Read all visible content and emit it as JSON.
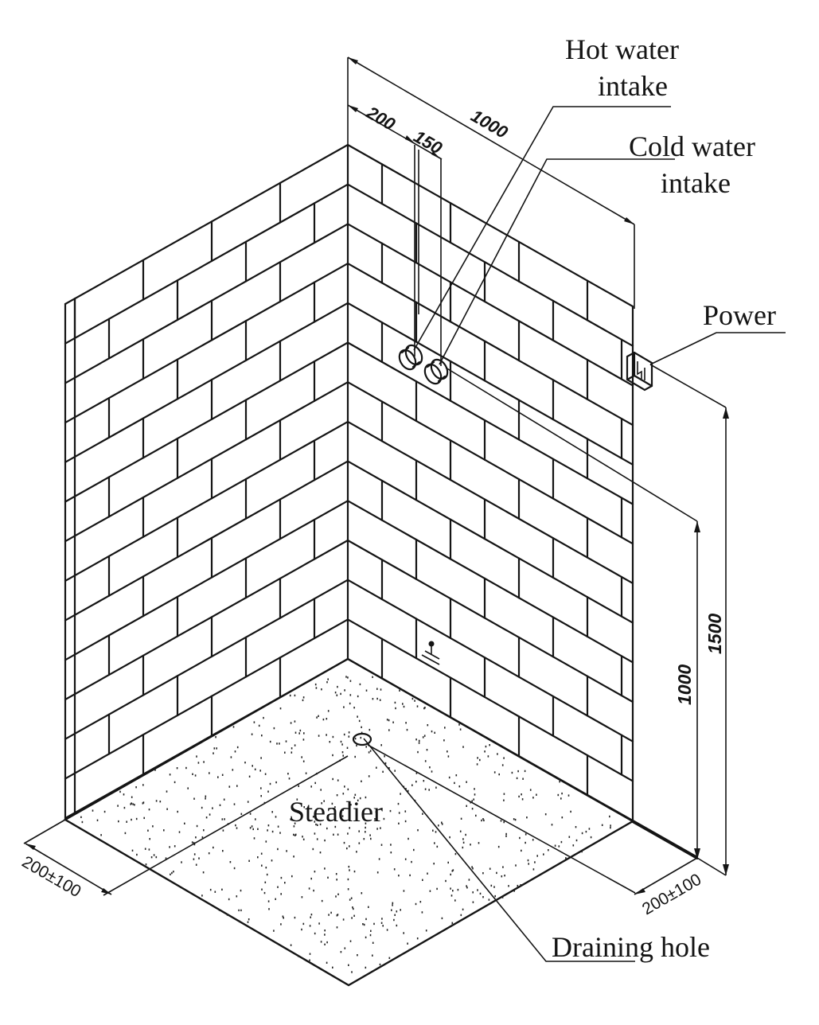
{
  "diagram": {
    "title": "Shower cabin installation requirements (isometric wall corner)",
    "colors": {
      "ink": "#141414",
      "background": "#ffffff"
    },
    "labels": {
      "hot_water_line1": "Hot water",
      "hot_water_line2": "intake",
      "cold_water_line1": "Cold water",
      "cold_water_line2": "intake",
      "power": "Power",
      "steadier": "Steadier",
      "draining_hole": "Draining hole"
    },
    "dimensions": {
      "top_total": "1000",
      "top_first": "200",
      "top_second": "150",
      "height_power": "1500",
      "height_intake": "1000",
      "floor_left": "200±100",
      "floor_right": "200±100"
    },
    "icons": {
      "power_socket": "power-socket-icon",
      "hot_pipe": "pipe-outlet-icon",
      "cold_pipe": "pipe-outlet-icon",
      "level_mark": "level-marker-icon",
      "drain": "drain-hole-icon"
    },
    "wall": {
      "courses": 13
    }
  }
}
